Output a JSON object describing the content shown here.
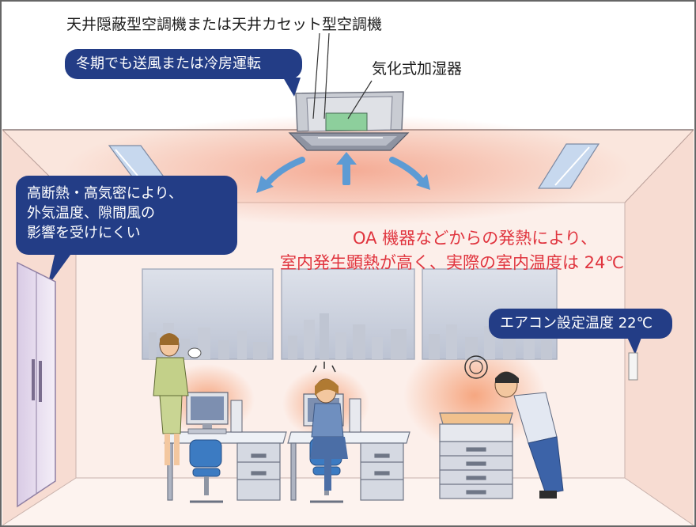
{
  "labels": {
    "ceiling_ac": "天井隠蔽型空調機または天井カセット型空調機",
    "humidifier": "気化式加湿器"
  },
  "bubbles": {
    "winter": "冬期でも送風または冷房運転",
    "insulation": [
      "高断熱・高気密により、",
      "外気温度、隙間風の",
      "影響を受けにくい"
    ],
    "ac_setting": "エアコン設定温度 22℃"
  },
  "heat_note": [
    "OA 機器などからの発熱により、",
    "室内発生顕熱が高く、実際の室内温度は 24℃"
  ],
  "colors": {
    "bubble": "#233d86",
    "heat_text": "#e0343e",
    "warm_zone": "#f6b8a4",
    "wall": "#fbe9e2"
  },
  "icons": [
    "ceiling-cassette-ac-icon",
    "ceiling-light-icon",
    "window-icon",
    "door-icon",
    "office-worker-icon",
    "computer-icon",
    "copier-icon",
    "thermostat-icon",
    "airflow-arrow-icon"
  ]
}
